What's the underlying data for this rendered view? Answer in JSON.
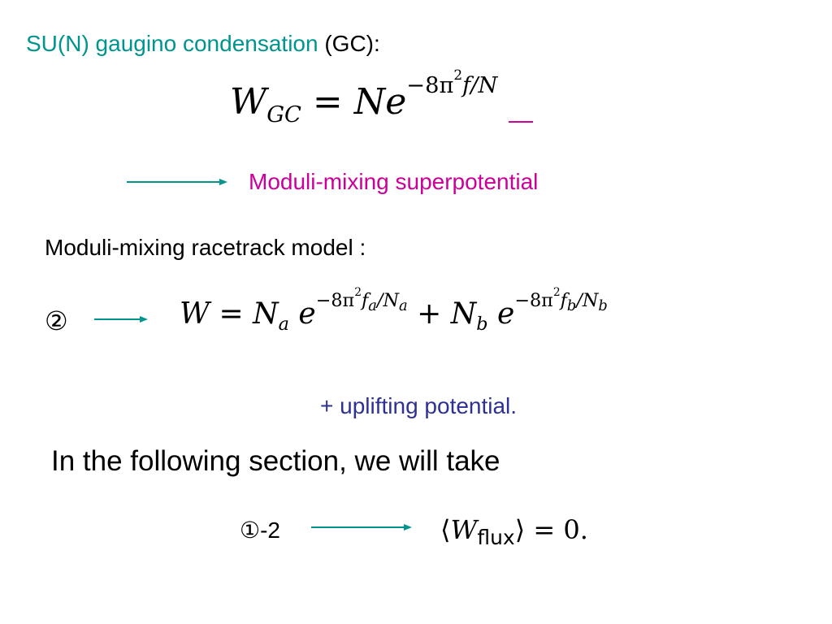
{
  "colors": {
    "teal": "#00948f",
    "magenta": "#cc0099",
    "navy": "#2e3192"
  },
  "title": {
    "highlight": "SU(N) gaugino condensation",
    "rest": " (GC):"
  },
  "eq1": {
    "W": "W",
    "sub": "GC",
    "eq": " = ",
    "N": "N",
    "e": "e",
    "exp": "−8π",
    "exp_pow": "2",
    "exp_f": "f",
    "exp_rest": "/N"
  },
  "mixing_label": "Moduli-mixing superpotential",
  "racetrack_label": "Moduli-mixing racetrack model :",
  "case2_mark": "②",
  "eq2": {
    "W": "W",
    "eq": " = ",
    "Na": "N",
    "a": "a",
    "e1": "e",
    "exp1": "−8π",
    "pow1": "2",
    "f1": "f",
    "sub_f1": "a",
    "slash1": "/N",
    "sub_n1": "a",
    "plus": " + ",
    "Nb": "N",
    "b": "b",
    "e2": "e",
    "exp2": "−8π",
    "pow2": "2",
    "f2": "f",
    "sub_f2": "b",
    "slash2": "/N",
    "sub_n2": "b"
  },
  "uplift_label": "+ uplifting potential.",
  "following_text": "In the following section, we will take",
  "case1_mark": "①-2",
  "eq3": {
    "langle": "⟨",
    "W": "W",
    "sub": "flux",
    "rangle": "⟩",
    "rest": " = 0."
  },
  "icons": [
    "arrow-icon"
  ]
}
